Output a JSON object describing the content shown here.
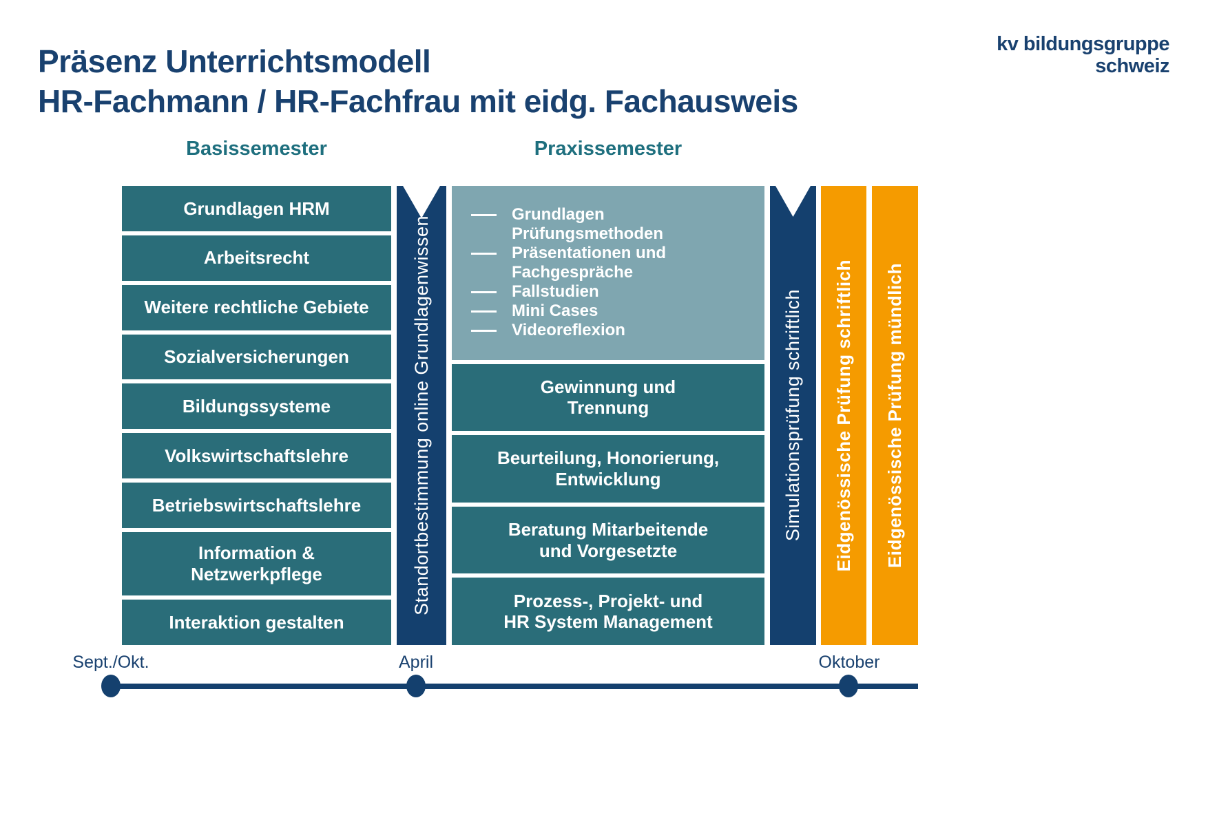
{
  "title": {
    "line1": "Präsenz Unterrichtsmodell",
    "line2": "HR-Fachmann / HR-Fachfrau mit eidg. Fachausweis"
  },
  "logo": {
    "line1": "kv bildungsgruppe",
    "line2": "schweiz"
  },
  "columns": {
    "basis": {
      "header": "Basissemester",
      "boxes": [
        "Grundlagen HRM",
        "Arbeitsrecht",
        "Weitere rechtliche Gebiete",
        "Sozialversicherungen",
        "Bildungssysteme",
        "Volkswirtschaftslehre",
        "Betriebswirtschaftslehre",
        "Information &\nNetzwerkpflege",
        "Interaktion gestalten"
      ]
    },
    "praxis": {
      "header": "Praxissemester",
      "bullets": [
        "Grundlagen Prüfungsmethoden",
        "Präsentationen und\nFachgespräche",
        "Fallstudien",
        "Mini Cases",
        "Videoreflexion"
      ],
      "boxes": [
        "Gewinnung und\nTrennung",
        "Beurteilung, Honorierung,\nEntwicklung",
        "Beratung Mitarbeitende\nund Vorgesetzte",
        "Prozess-, Projekt- und\nHR System Management"
      ]
    }
  },
  "ribbons": {
    "standort": "Standortbestimmung online Grundlagenwissen",
    "simulation": "Simulationsprüfung schriftlich"
  },
  "exams": [
    "Eidgenössische Prüfung schriftlich",
    "Eidgenössische Prüfung mündlich"
  ],
  "timeline": [
    {
      "label": "Sept./Okt."
    },
    {
      "label": "April"
    },
    {
      "label": "Oktober"
    }
  ],
  "colors": {
    "navy": "#14406e",
    "text_navy": "#19416f",
    "teal": "#2a6d79",
    "teal_light": "#7fa6b0",
    "header_teal": "#1e6f7e",
    "orange": "#f59b00",
    "white": "#ffffff"
  }
}
